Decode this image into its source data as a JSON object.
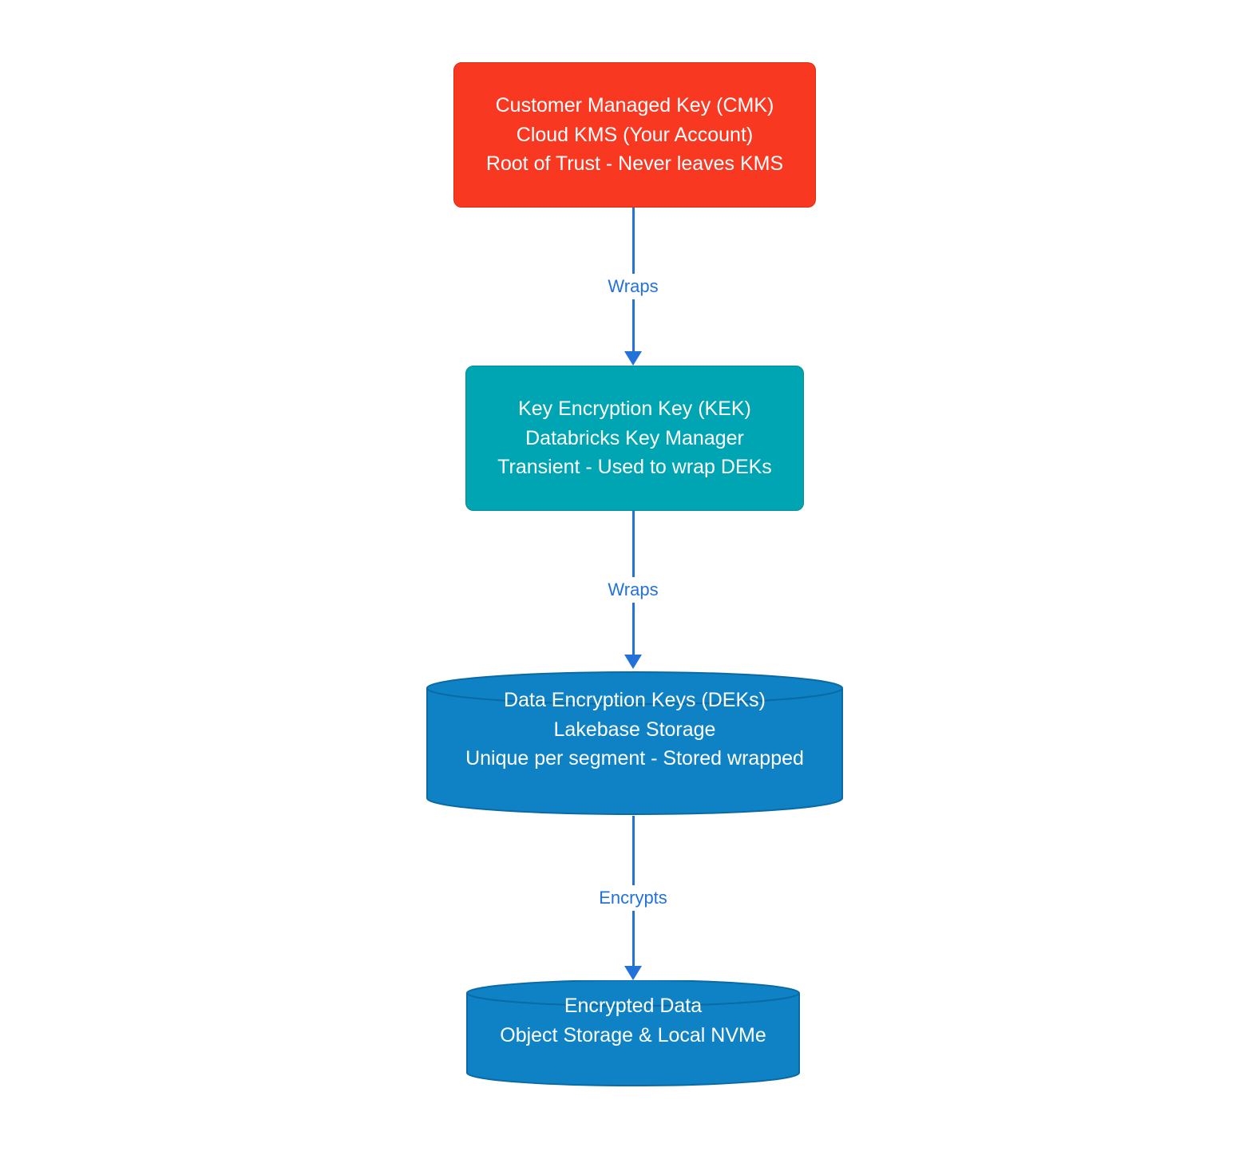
{
  "diagram": {
    "type": "flowchart",
    "direction": "top-down",
    "nodes": {
      "cmk": {
        "shape": "rounded-rect",
        "lines": [
          "Customer Managed Key (CMK)",
          "Cloud KMS (Your Account)",
          "Root of Trust - Never leaves KMS"
        ]
      },
      "kek": {
        "shape": "rounded-rect",
        "lines": [
          "Key Encryption Key (KEK)",
          "Databricks Key Manager",
          "Transient - Used to wrap DEKs"
        ]
      },
      "dek": {
        "shape": "cylinder",
        "lines": [
          "Data Encryption Keys (DEKs)",
          "Lakebase Storage",
          "Unique per segment - Stored wrapped"
        ]
      },
      "enc": {
        "shape": "cylinder",
        "lines": [
          "Encrypted Data",
          "Object Storage & Local NVMe"
        ]
      }
    },
    "edges": {
      "cmk_kek": {
        "label": "Wraps"
      },
      "kek_dek": {
        "label": "Wraps"
      },
      "dek_enc": {
        "label": "Encrypts"
      }
    },
    "colors": {
      "cmk_fill": "#F93822",
      "cmk_stroke": "#DE2B12",
      "kek_fill": "#00A5B3",
      "kek_stroke": "#008C99",
      "dek_fill": "#0F82C6",
      "dek_stroke": "#0A6AA5",
      "enc_fill": "#0F82C6",
      "enc_stroke": "#0A6AA5",
      "edge": "#2272D9"
    }
  }
}
